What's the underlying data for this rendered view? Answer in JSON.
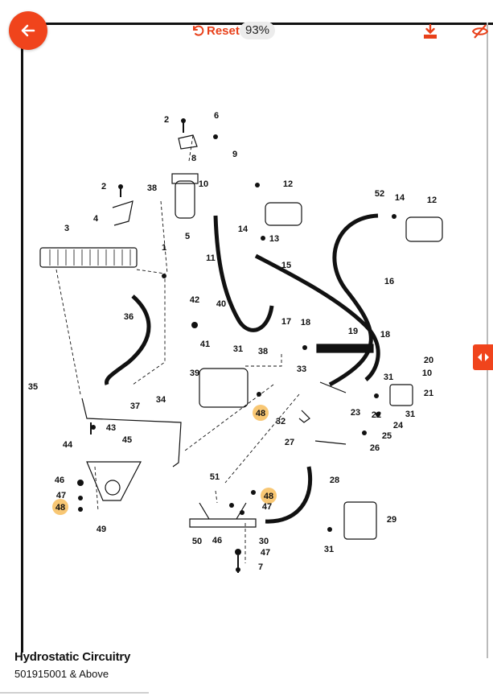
{
  "toolbar": {
    "reset_label": "Reset",
    "zoom_level": "93%",
    "accent_color": "#f0441c"
  },
  "icons": {
    "back": "arrow-left-icon",
    "reset": "rotate-ccw-icon",
    "download": "download-icon",
    "hide": "eye-off-icon",
    "side_panel": "double-chevron-icon"
  },
  "callouts": [
    {
      "id": "c1",
      "label": "2"
    },
    {
      "id": "c2",
      "label": "6"
    },
    {
      "id": "c3",
      "label": "8"
    },
    {
      "id": "c4",
      "label": "9"
    },
    {
      "id": "c5",
      "label": "10"
    },
    {
      "id": "c6",
      "label": "2"
    },
    {
      "id": "c7",
      "label": "38"
    },
    {
      "id": "c8",
      "label": "4"
    },
    {
      "id": "c9",
      "label": "5"
    },
    {
      "id": "c10",
      "label": "3"
    },
    {
      "id": "c11",
      "label": "1"
    },
    {
      "id": "c12",
      "label": "12"
    },
    {
      "id": "c13",
      "label": "14"
    },
    {
      "id": "c14",
      "label": "13"
    },
    {
      "id": "c15",
      "label": "11"
    },
    {
      "id": "c16",
      "label": "15"
    },
    {
      "id": "c17",
      "label": "52"
    },
    {
      "id": "c18",
      "label": "14"
    },
    {
      "id": "c19",
      "label": "12"
    },
    {
      "id": "c20",
      "label": "16"
    },
    {
      "id": "c21",
      "label": "36"
    },
    {
      "id": "c22",
      "label": "42"
    },
    {
      "id": "c23",
      "label": "40"
    },
    {
      "id": "c24",
      "label": "17"
    },
    {
      "id": "c25",
      "label": "18"
    },
    {
      "id": "c26",
      "label": "19"
    },
    {
      "id": "c27",
      "label": "18"
    },
    {
      "id": "c28",
      "label": "20"
    },
    {
      "id": "c29",
      "label": "41"
    },
    {
      "id": "c30",
      "label": "31"
    },
    {
      "id": "c31",
      "label": "38"
    },
    {
      "id": "c32",
      "label": "10"
    },
    {
      "id": "c33",
      "label": "31"
    },
    {
      "id": "c34",
      "label": "33"
    },
    {
      "id": "c35",
      "label": "39"
    },
    {
      "id": "c36",
      "label": "21"
    },
    {
      "id": "c37",
      "label": "35"
    },
    {
      "id": "c38",
      "label": "37"
    },
    {
      "id": "c39",
      "label": "34"
    },
    {
      "id": "c40",
      "label": "48",
      "highlighted": true
    },
    {
      "id": "c41",
      "label": "32"
    },
    {
      "id": "c42",
      "label": "23"
    },
    {
      "id": "c43",
      "label": "22"
    },
    {
      "id": "c44",
      "label": "24"
    },
    {
      "id": "c45",
      "label": "31"
    },
    {
      "id": "c46",
      "label": "43"
    },
    {
      "id": "c47",
      "label": "44"
    },
    {
      "id": "c48",
      "label": "45"
    },
    {
      "id": "c49",
      "label": "25"
    },
    {
      "id": "c50",
      "label": "27"
    },
    {
      "id": "c51",
      "label": "26"
    },
    {
      "id": "c52",
      "label": "46"
    },
    {
      "id": "c53",
      "label": "47"
    },
    {
      "id": "c54",
      "label": "48",
      "highlighted": true
    },
    {
      "id": "c55",
      "label": "49"
    },
    {
      "id": "c56",
      "label": "28"
    },
    {
      "id": "c57",
      "label": "51"
    },
    {
      "id": "c58",
      "label": "48",
      "highlighted": true
    },
    {
      "id": "c59",
      "label": "47"
    },
    {
      "id": "c60",
      "label": "29"
    },
    {
      "id": "c61",
      "label": "50"
    },
    {
      "id": "c62",
      "label": "30"
    },
    {
      "id": "c63",
      "label": "31"
    },
    {
      "id": "c64",
      "label": "46"
    },
    {
      "id": "c65",
      "label": "47"
    },
    {
      "id": "c66",
      "label": "7"
    }
  ],
  "highlight_color": "#f5b445",
  "caption": {
    "title": "Hydrostatic Circuitry",
    "subtitle": "501915001 & Above"
  }
}
